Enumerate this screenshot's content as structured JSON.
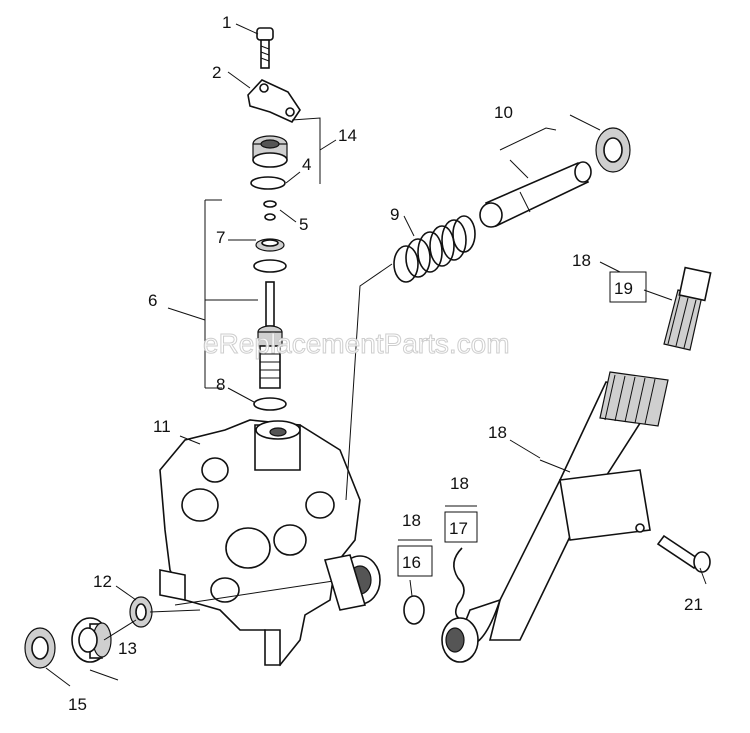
{
  "watermark": "eReplacementParts.com",
  "callouts": [
    "1",
    "2",
    "4",
    "5",
    "6",
    "7",
    "8",
    "9",
    "10",
    "11",
    "12",
    "13",
    "14",
    "15",
    "16",
    "17",
    "18",
    "19",
    "21"
  ],
  "callout_18": "18"
}
